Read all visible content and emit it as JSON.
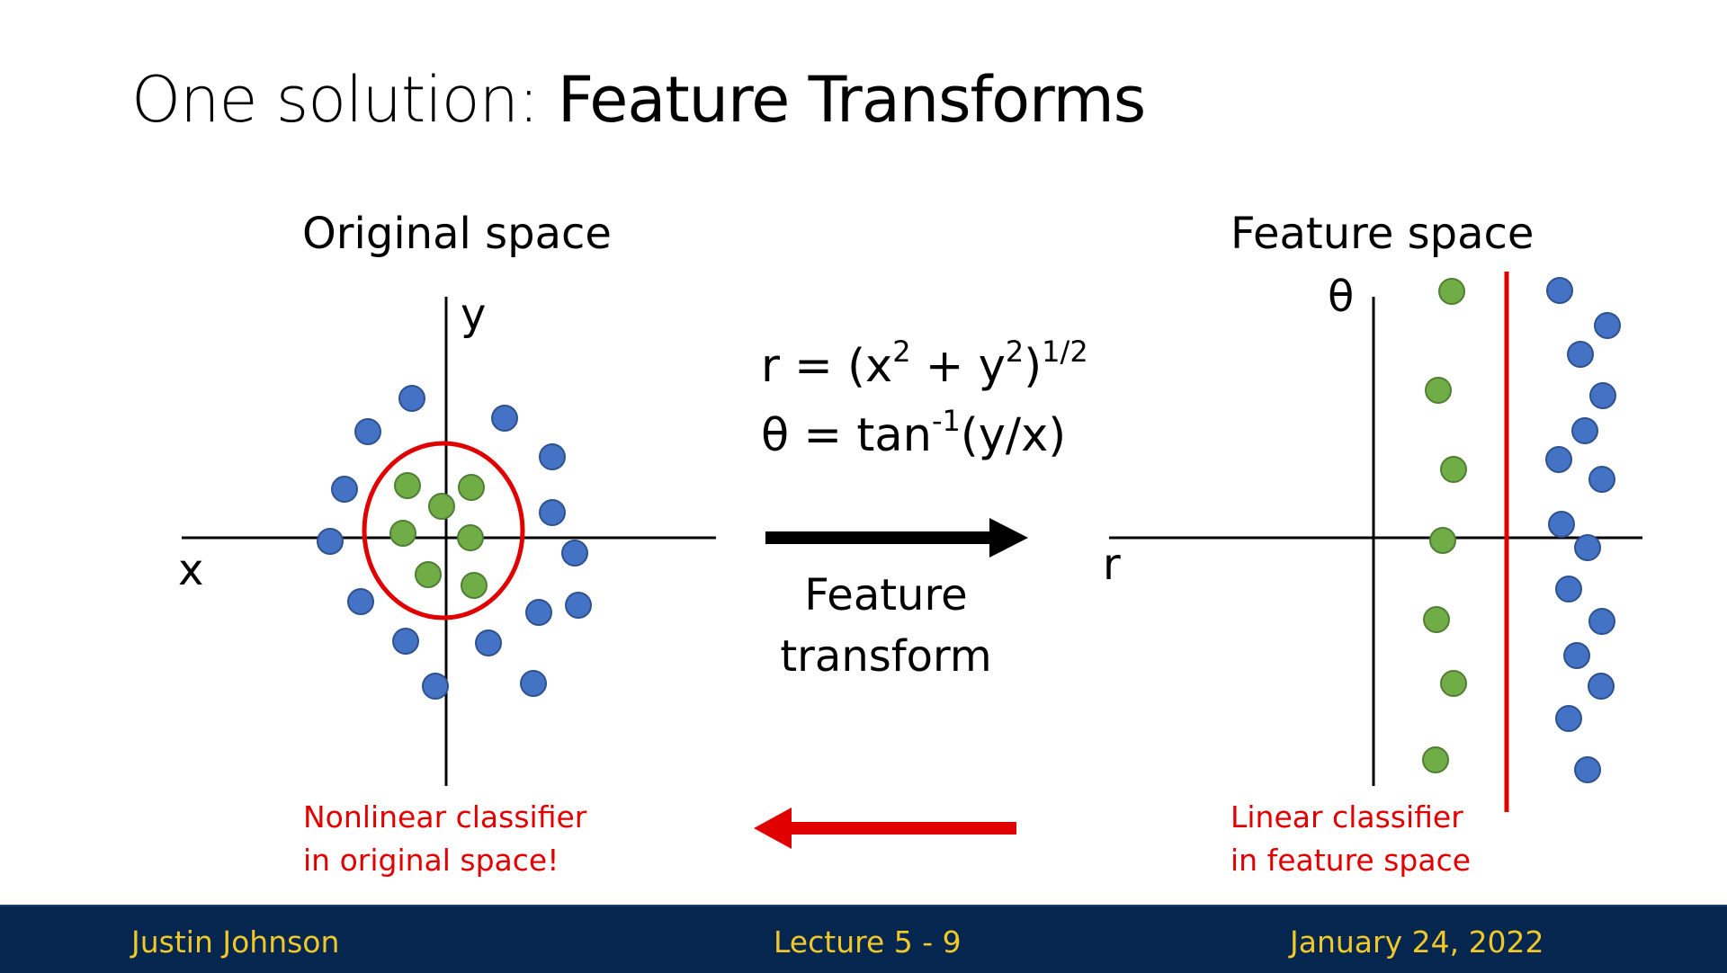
{
  "slide": {
    "title_prefix": "One solution: ",
    "title_emphasis": "Feature Transforms"
  },
  "left_panel": {
    "heading": "Original space",
    "axis_x": "x",
    "axis_y": "y",
    "note_line1": "Nonlinear classifier",
    "note_line2": "in original space!"
  },
  "center": {
    "formula_r_prefix": "r = (x",
    "formula_r_sq1": "2",
    "formula_r_mid": " + y",
    "formula_r_sq2": "2",
    "formula_r_close": ")",
    "formula_r_exp": "1/2",
    "formula_theta_prefix": "θ = tan",
    "formula_theta_exp": "-1",
    "formula_theta_suffix": "(y/x)",
    "transform_line1": "Feature",
    "transform_line2": "transform"
  },
  "right_panel": {
    "heading": "Feature space",
    "axis_theta": "θ",
    "axis_r": "r",
    "note_line1": "Linear classifier",
    "note_line2": "in feature space"
  },
  "footer": {
    "author": "Justin Johnson",
    "lecture": "Lecture 5 - 9",
    "date": "January 24, 2022"
  },
  "colors": {
    "blue_point": "#4472c4",
    "green_point": "#70ad47",
    "classifier": "#e00000",
    "footer_bg": "#04264f",
    "footer_text": "#f0c828"
  }
}
